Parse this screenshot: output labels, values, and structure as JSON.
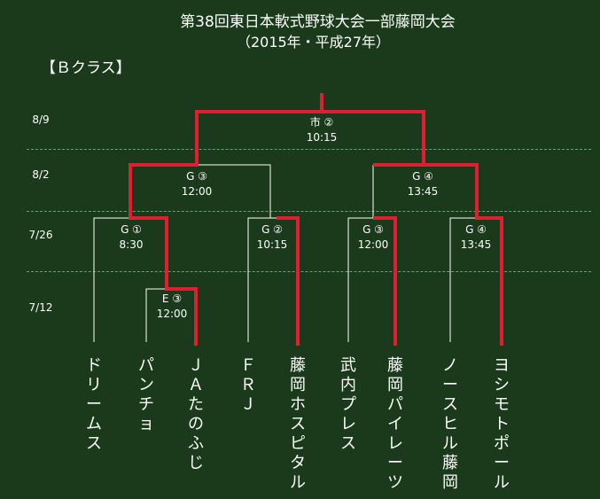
{
  "title": "第38回東日本軟式野球大会一部藤岡大会",
  "subtitle": "（2015年・平成27年）",
  "class_label": "【Ｂクラス】",
  "dates": [
    "8/9",
    "8/2",
    "7/26",
    "7/12"
  ],
  "matches": {
    "final": {
      "venue": "市 ②",
      "time": "10:15"
    },
    "semi_left": {
      "venue": "G ③",
      "time": "12:00"
    },
    "semi_right": {
      "venue": "G ④",
      "time": "13:45"
    },
    "qf1": {
      "venue": "G ①",
      "time": "8:30"
    },
    "qf2": {
      "venue": "G ②",
      "time": "10:15"
    },
    "qf3": {
      "venue": "G ③",
      "time": "12:00"
    },
    "qf4": {
      "venue": "G ④",
      "time": "13:45"
    },
    "r1": {
      "venue": "E ③",
      "time": "12:00"
    }
  },
  "teams": [
    "ドリームス",
    "パンチョ",
    "ＪＡたのふじ",
    "ＦＲＪ",
    "藤岡ホスピタル",
    "武内プレス",
    "藤岡パイレーツ",
    "ノースヒル藤岡",
    "ヨシモトポール"
  ],
  "colors": {
    "background": "#1b3a1b",
    "line": "#ffffff",
    "winner": "#e02030",
    "divider": "#6aa07a"
  }
}
